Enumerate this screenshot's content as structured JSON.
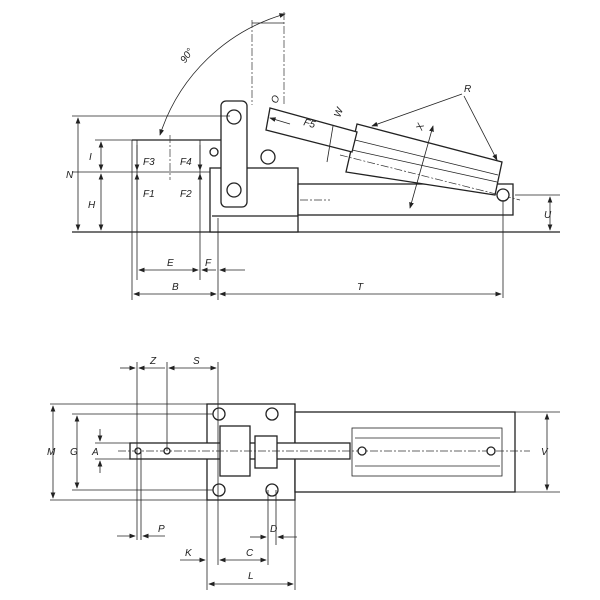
{
  "drawing": {
    "angle_label": "90°",
    "side_view_labels": {
      "N": "N",
      "I": "I",
      "H": "H",
      "F3": "F3",
      "F4": "F4",
      "F1": "F1",
      "F2": "F2",
      "F5": "F5",
      "O": "O",
      "W": "W",
      "X": "X",
      "R": "R",
      "U": "U",
      "E": "E",
      "F": "F",
      "B": "B",
      "T": "T"
    },
    "top_view_labels": {
      "Z": "Z",
      "S": "S",
      "M": "M",
      "G": "G",
      "A": "A",
      "V": "V",
      "P": "P",
      "D": "D",
      "K": "K",
      "C": "C",
      "L": "L"
    }
  }
}
